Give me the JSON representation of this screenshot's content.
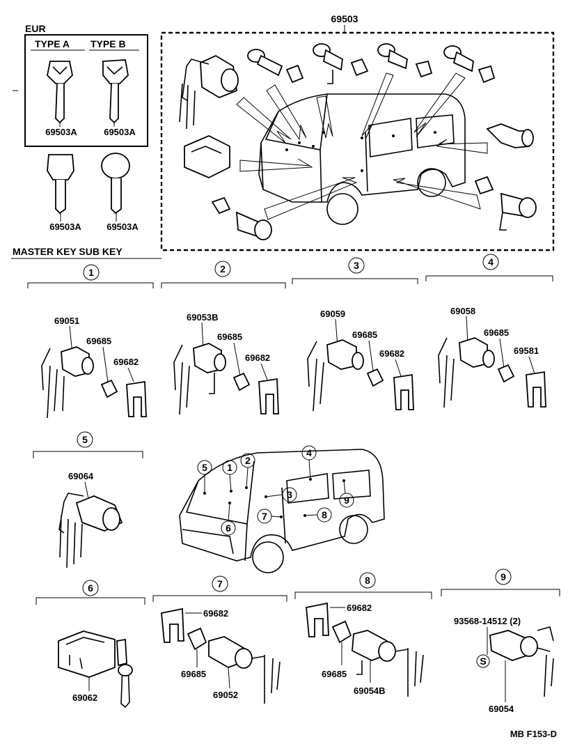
{
  "main_assembly": {
    "part_number": "69503"
  },
  "eur_box": {
    "region": "EUR",
    "type_a": {
      "label": "TYPE A",
      "part": "69503A"
    },
    "type_b": {
      "label": "TYPE B",
      "part": "69503A"
    }
  },
  "keys": {
    "master": {
      "part": "69503A"
    },
    "sub": {
      "part": "69503A"
    },
    "caption": "MASTER KEY SUB KEY"
  },
  "groups": [
    {
      "number": "1",
      "parts": [
        "69051",
        "69685",
        "69682"
      ]
    },
    {
      "number": "2",
      "parts": [
        "69053B",
        "69685",
        "69682"
      ]
    },
    {
      "number": "3",
      "parts": [
        "69059",
        "69685",
        "69682"
      ]
    },
    {
      "number": "4",
      "parts": [
        "69058",
        "69685",
        "69581"
      ]
    },
    {
      "number": "5",
      "parts": [
        "69064"
      ]
    },
    {
      "number": "6",
      "parts": [
        "69062"
      ]
    },
    {
      "number": "7",
      "parts": [
        "69682",
        "69685",
        "69052"
      ]
    },
    {
      "number": "8",
      "parts": [
        "69682",
        "69685",
        "69054B"
      ]
    },
    {
      "number": "9",
      "parts": [
        "93568-14512 (2)",
        "69054"
      ],
      "marker": "S"
    }
  ],
  "van_callouts": [
    "5",
    "1",
    "2",
    "4",
    "3",
    "9",
    "7",
    "8",
    "6"
  ],
  "footer_code": "MB  F153-D"
}
